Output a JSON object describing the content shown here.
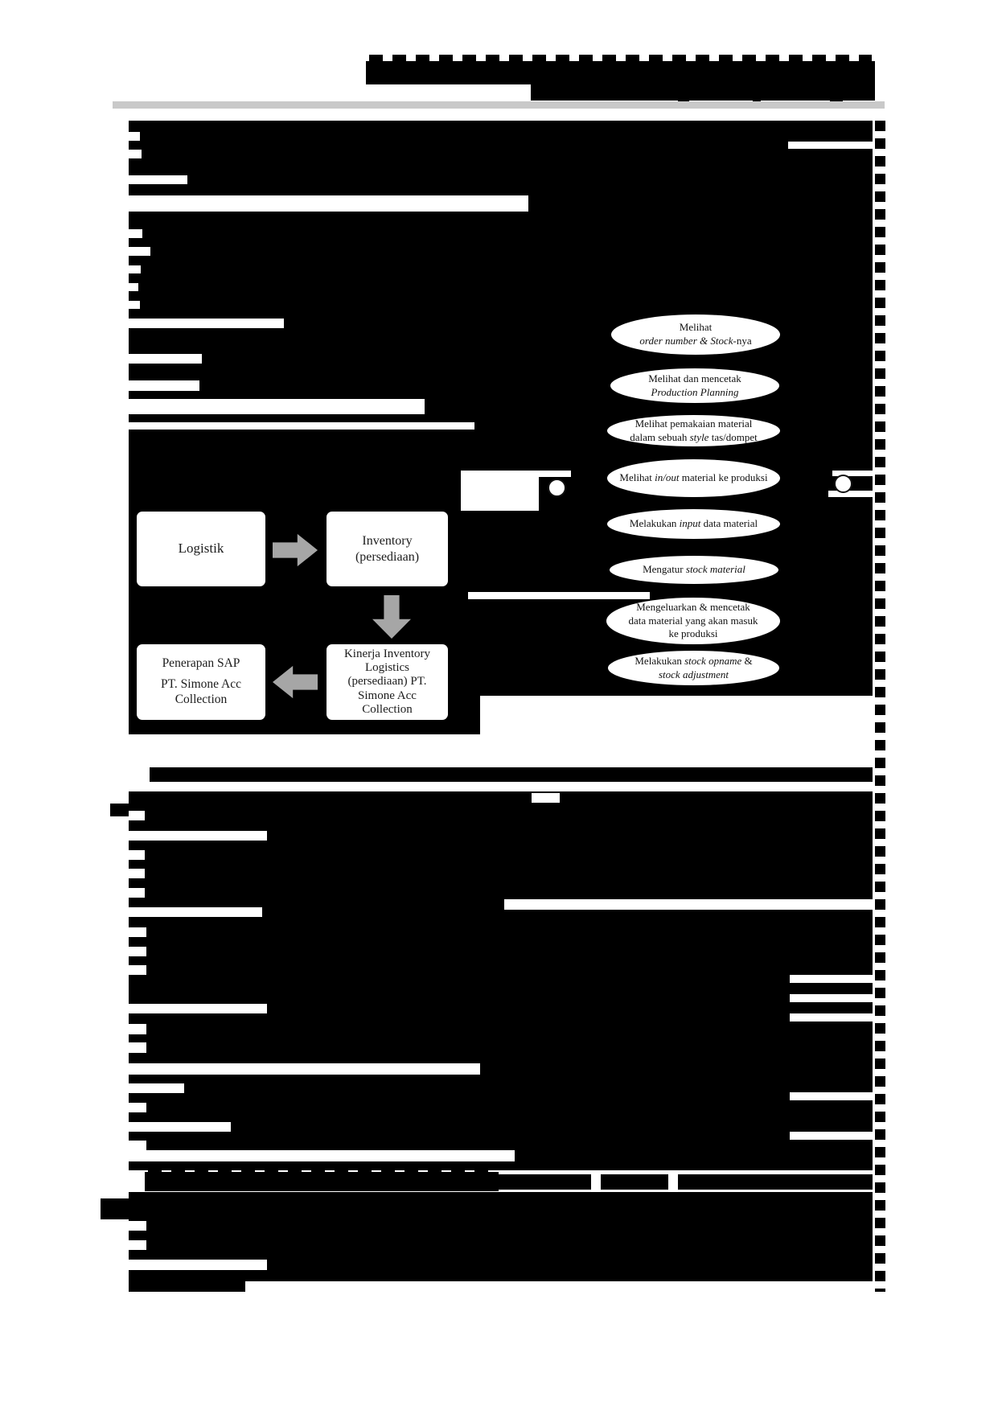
{
  "colors": {
    "redaction": "#000000",
    "divider_rule": "#c9c9c9",
    "arrow": "#a6a6a6",
    "shape_fill": "#ffffff",
    "shape_border": "#000000"
  },
  "flow_diagram": {
    "boxes": {
      "logistik": {
        "lines": [
          "Logistik"
        ]
      },
      "inventory": {
        "lines": [
          "Inventory",
          "(persediaan)"
        ]
      },
      "penerapan_sap": {
        "lines": [
          "Penerapan SAP",
          "PT. Simone Acc",
          "Collection"
        ]
      },
      "kinerja": {
        "lines": [
          "Kinerja Inventory",
          "Logistics",
          "(persediaan) PT.",
          "Simone Acc",
          "Collection"
        ]
      }
    },
    "arrows": [
      {
        "from": "logistik",
        "to": "inventory",
        "direction": "right"
      },
      {
        "from": "inventory",
        "to": "kinerja",
        "direction": "down"
      },
      {
        "from": "kinerja",
        "to": "penerapan_sap",
        "direction": "left"
      }
    ]
  },
  "use_case_diagram": {
    "actors": [
      {
        "id": "actor-left",
        "icon": "person-head"
      },
      {
        "id": "actor-right",
        "icon": "person-head"
      }
    ],
    "use_cases": [
      {
        "lines": [
          [
            {
              "t": "Melihat"
            }
          ],
          [
            {
              "t": "order number & Stock",
              "i": true
            },
            {
              "t": "-nya"
            }
          ]
        ]
      },
      {
        "lines": [
          [
            {
              "t": "Melihat dan mencetak"
            }
          ],
          [
            {
              "t": "Production Planning",
              "i": true
            }
          ]
        ]
      },
      {
        "lines": [
          [
            {
              "t": "Melihat pemakaian material"
            }
          ],
          [
            {
              "t": "dalam sebuah "
            },
            {
              "t": "style",
              "i": true
            },
            {
              "t": " tas/dompet"
            }
          ]
        ]
      },
      {
        "lines": [
          [
            {
              "t": "Melihat "
            },
            {
              "t": "in/out",
              "i": true
            },
            {
              "t": " material ke produksi"
            }
          ]
        ]
      },
      {
        "lines": [
          [
            {
              "t": "Melakukan "
            },
            {
              "t": "input",
              "i": true
            },
            {
              "t": " data material"
            }
          ]
        ]
      },
      {
        "lines": [
          [
            {
              "t": "Mengatur "
            },
            {
              "t": "stock material",
              "i": true
            }
          ]
        ]
      },
      {
        "lines": [
          [
            {
              "t": "Mengeluarkan & mencetak"
            }
          ],
          [
            {
              "t": "data material yang akan masuk"
            }
          ],
          [
            {
              "t": "ke produksi"
            }
          ]
        ]
      },
      {
        "lines": [
          [
            {
              "t": "Melakukan "
            },
            {
              "t": "stock opname",
              "i": true
            },
            {
              "t": " &"
            }
          ],
          [
            {
              "t": "stock adjustment",
              "i": true
            }
          ]
        ]
      }
    ]
  }
}
